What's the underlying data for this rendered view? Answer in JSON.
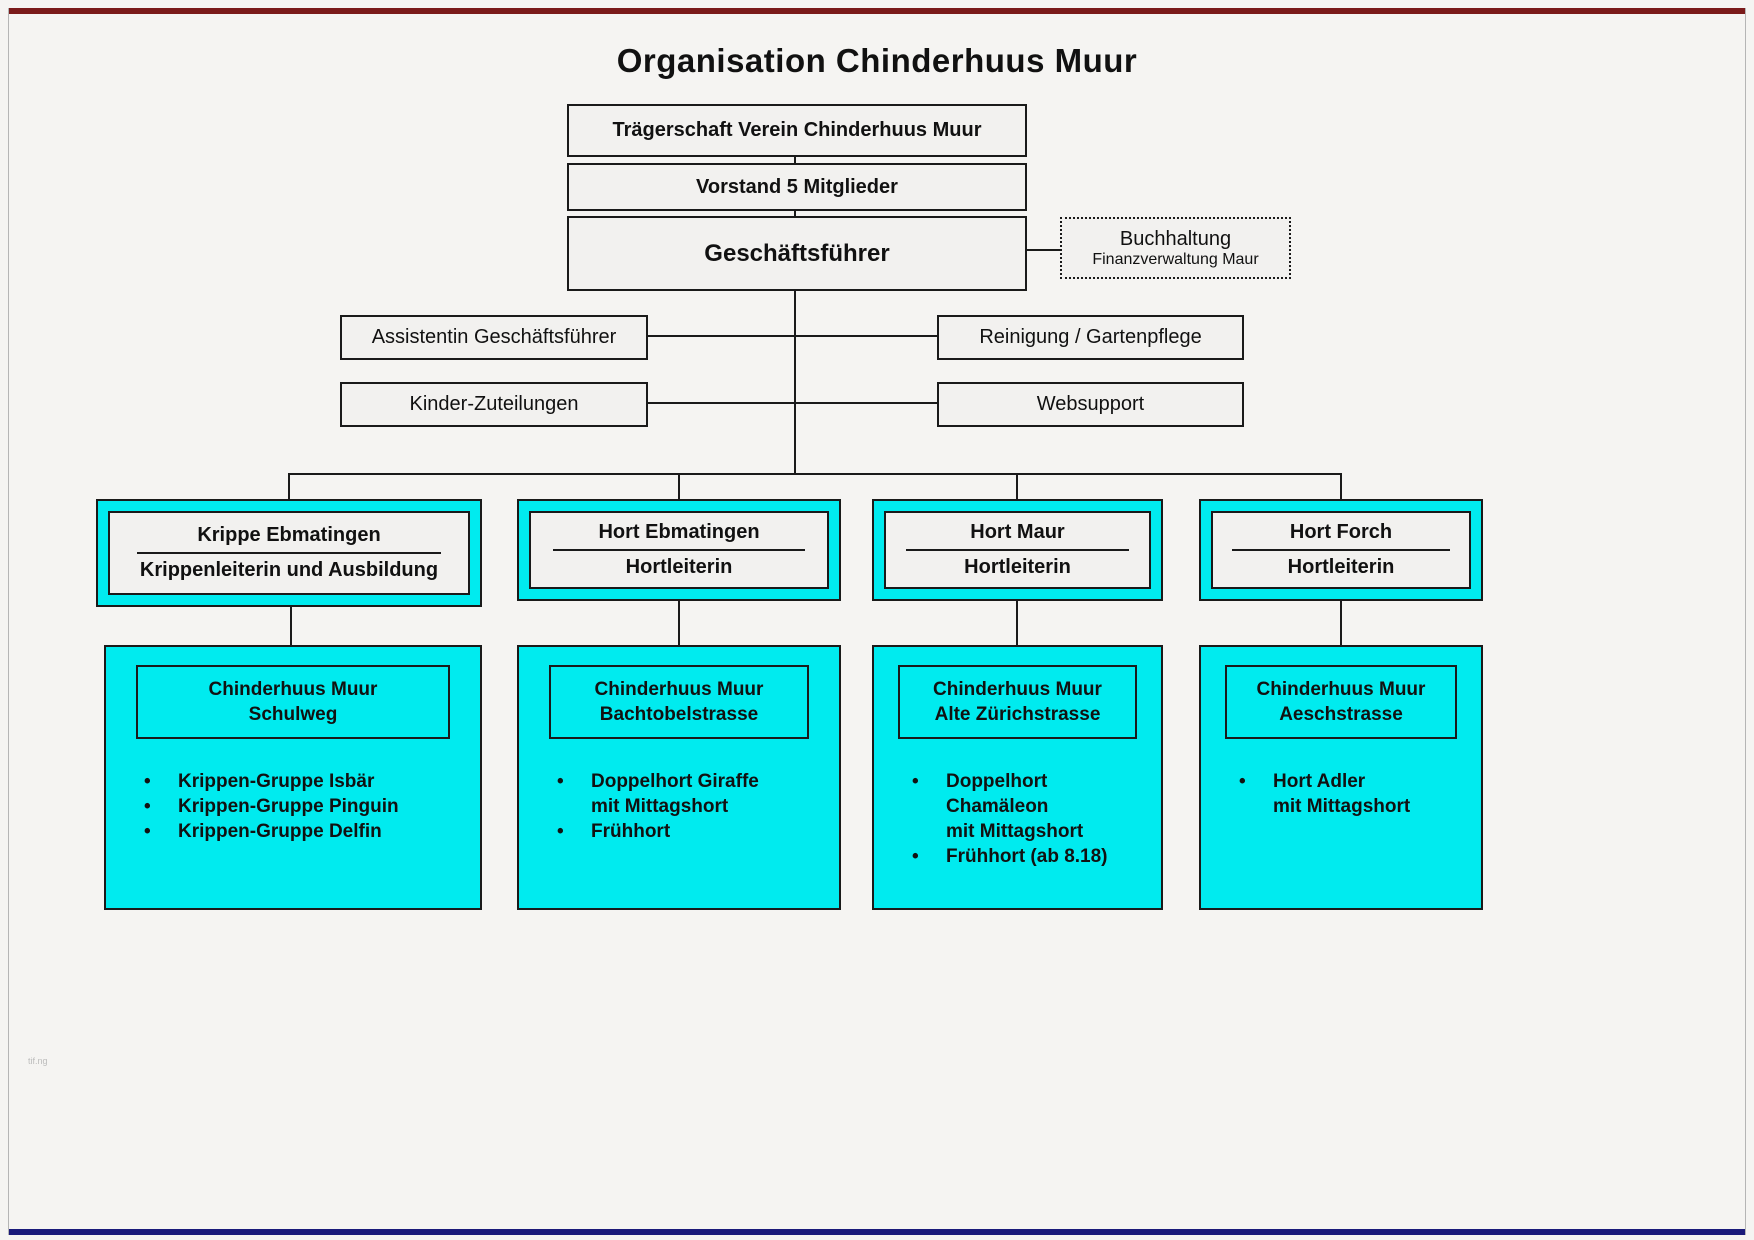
{
  "title": "Organisation Chinderhuus Muur",
  "colors": {
    "cyan": "#00ebef",
    "box_fill": "#f2f1ef",
    "line": "#1a1a1a",
    "frame_top": "#7a1a1a",
    "frame_bottom": "#1a1a7a"
  },
  "chain": {
    "traegerschaft": "Trägerschaft Verein Chinderhuus Muur",
    "vorstand": "Vorstand 5 Mitglieder",
    "geschaeftsfuehrer": "Geschäftsführer"
  },
  "buchhaltung": {
    "line1": "Buchhaltung",
    "line2": "Finanzverwaltung Maur"
  },
  "staff": {
    "assistentin": "Assistentin Geschäftsführer",
    "kinder_zuteilungen": "Kinder-Zuteilungen",
    "reinigung": "Reinigung / Gartenpflege",
    "websupport": "Websupport"
  },
  "branches": [
    {
      "title": "Krippe Ebmatingen",
      "subtitle": "Krippenleiterin und Ausbildung",
      "site": {
        "line1": "Chinderhuus Muur",
        "line2": "Schulweg"
      },
      "bullets": [
        [
          "Krippen-Gruppe Isbär"
        ],
        [
          "Krippen-Gruppe Pinguin"
        ],
        [
          "Krippen-Gruppe Delfin"
        ]
      ]
    },
    {
      "title": "Hort Ebmatingen",
      "subtitle": "Hortleiterin",
      "site": {
        "line1": "Chinderhuus Muur",
        "line2": "Bachtobelstrasse"
      },
      "bullets": [
        [
          "Doppelhort Giraffe",
          "mit Mittagshort"
        ],
        [
          "Frühhort"
        ]
      ]
    },
    {
      "title": "Hort Maur",
      "subtitle": "Hortleiterin",
      "site": {
        "line1": "Chinderhuus Muur",
        "line2": "Alte Zürichstrasse"
      },
      "bullets": [
        [
          "Doppelhort",
          "Chamäleon",
          "mit Mittagshort"
        ],
        [
          "Frühhort (ab 8.18)"
        ]
      ]
    },
    {
      "title": "Hort Forch",
      "subtitle": "Hortleiterin",
      "site": {
        "line1": "Chinderhuus Muur",
        "line2": "Aeschstrasse"
      },
      "bullets": [
        [
          "Hort Adler",
          "mit Mittagshort"
        ]
      ]
    }
  ],
  "watermark": "tif.ng"
}
